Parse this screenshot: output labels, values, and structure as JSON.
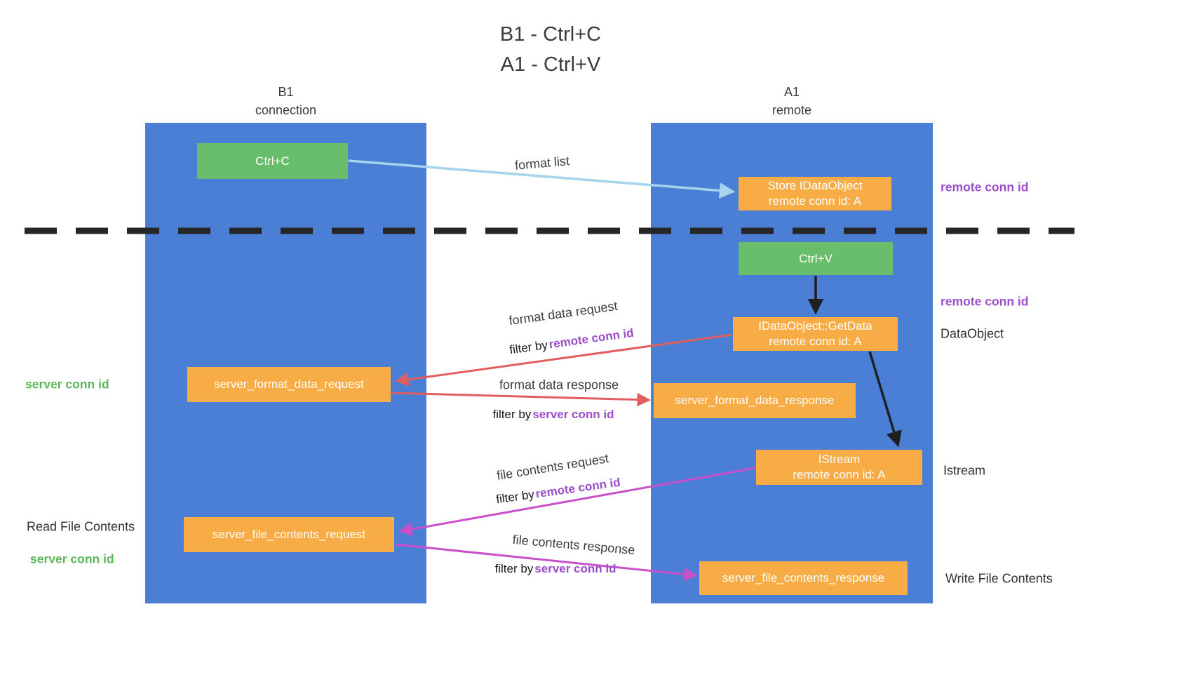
{
  "palette": {
    "lane_blue": "#4a7fd5",
    "box_green": "#68be6a",
    "box_orange": "#f8ac45",
    "arrow_lightblue": "#a6d3ee",
    "arrow_red": "#e25d5d",
    "arrow_magenta": "#ca4fca",
    "arrow_black": "#1f1f1f",
    "divider_black": "#262626",
    "text_purple": "#9b4dca",
    "text_green": "#5cb85c",
    "text_dark": "#3b3b3b"
  },
  "title": {
    "line1": "B1 - Ctrl+C",
    "line2": "A1 - Ctrl+V"
  },
  "lanes": {
    "b1": {
      "title": "B1",
      "subtitle": "connection"
    },
    "a1": {
      "title": "A1",
      "subtitle": "remote"
    }
  },
  "nodes": {
    "ctrl_c": "Ctrl+C",
    "ctrl_v": "Ctrl+V",
    "store": {
      "line1": "Store IDataObject",
      "line2": "remote conn id: A"
    },
    "getdata": {
      "line1": "IDataObject::GetData",
      "line2": "remote conn id: A"
    },
    "istream": {
      "line1": "IStream",
      "line2": "remote conn id: A"
    },
    "format_request": "server_format_data_request",
    "format_response": "server_format_data_response",
    "file_request": "server_file_contents_request",
    "file_response": "server_file_contents_response"
  },
  "edge_labels": {
    "format_list": "format list",
    "format_data_request": "format data request",
    "format_data_response": "format data response",
    "file_contents_request": "file contents request",
    "file_contents_response": "file contents response",
    "filter_by": "filter by",
    "remote_conn_id": "remote conn id",
    "server_conn_id": "server conn id"
  },
  "side_labels": {
    "remote_conn_id": "remote conn id",
    "server_conn_id": "server conn id",
    "dataobject": "DataObject",
    "istream": "Istream",
    "read_file_contents": "Read File Contents",
    "write_file_contents": "Write File Contents"
  }
}
